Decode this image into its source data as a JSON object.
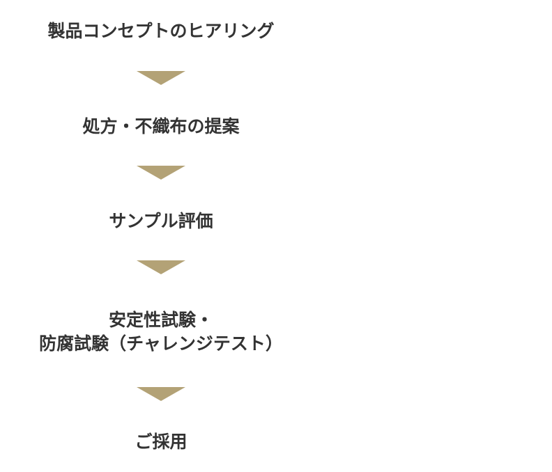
{
  "colors": {
    "text": "#333333",
    "arrow": "#b3a276",
    "background": "#ffffff"
  },
  "icons": {
    "arrow": "down-triangle-icon"
  },
  "steps": [
    {
      "lines": [
        "製品コンセプトのヒアリング"
      ]
    },
    {
      "lines": [
        "処方・不織布の提案"
      ]
    },
    {
      "lines": [
        "サンプル評価"
      ]
    },
    {
      "lines": [
        "安定性試験・",
        "防腐試験（チャレンジテスト）"
      ]
    },
    {
      "lines": [
        "ご採用"
      ]
    }
  ]
}
